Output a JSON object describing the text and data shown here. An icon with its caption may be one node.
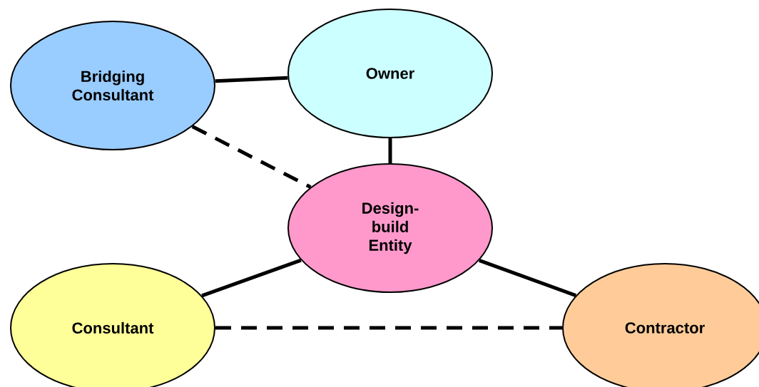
{
  "diagram": {
    "nodes": [
      {
        "text": [
          "Bridging Consultant"
        ]
      },
      {
        "text": [
          "Owner"
        ]
      },
      {
        "text": [
          "Design-build Entity"
        ]
      },
      {
        "text": [
          "Consultant"
        ]
      },
      {
        "text": [
          "Contractor"
        ]
      }
    ],
    "edges": [
      {
        "from": 0,
        "to": 1,
        "arrow": "none"
      },
      {
        "from": 1,
        "to": 2,
        "arrow": "none"
      },
      {
        "from": 0,
        "to": 2,
        "arrow": "none",
        "style": "dashed"
      },
      {
        "from": 2,
        "to": 3,
        "arrow": "none"
      },
      {
        "from": 2,
        "to": 4,
        "arrow": "none"
      },
      {
        "from": 3,
        "to": 4,
        "arrow": "none",
        "style": "dashed"
      }
    ]
  }
}
